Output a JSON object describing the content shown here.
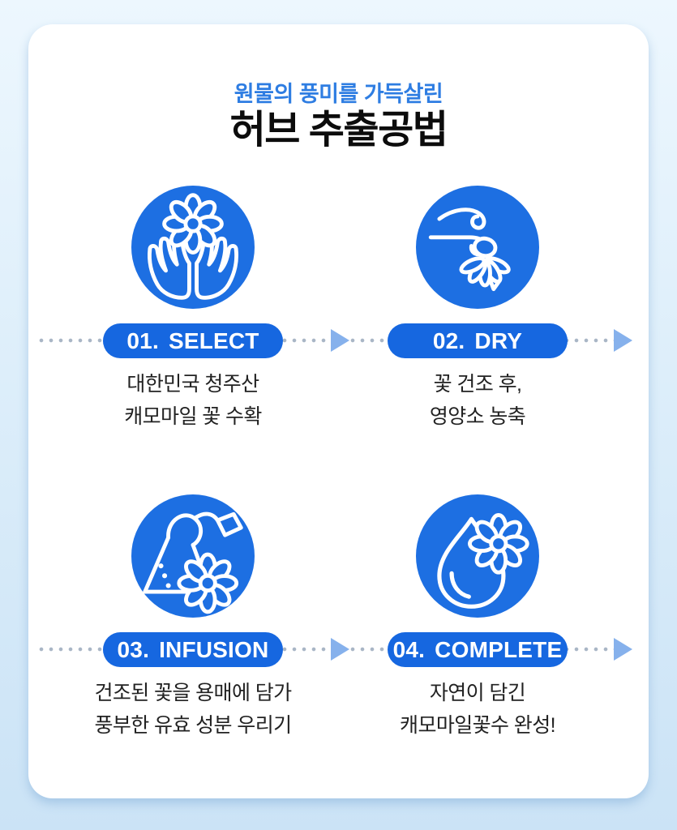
{
  "header": {
    "subtitle": "원물의 풍미를 가득살린",
    "title": "허브 추출공법"
  },
  "colors": {
    "primary_blue": "#1d6fe2",
    "badge_blue": "#1667e0",
    "arrow_blue": "#86b1ec",
    "dot_color": "#a9b6c6",
    "subtitle_blue": "#2e7de2",
    "title_black": "#0c0c0c",
    "body_text": "#222222",
    "card_bg": "#ffffff",
    "bg_top": "#edf7fe",
    "bg_bottom": "#cbe3f6"
  },
  "steps": [
    {
      "num": "01.",
      "label": "SELECT",
      "icon": "hands-holding-flower-icon",
      "desc_lines": [
        "대한민국 청주산",
        "캐모마일 꽃 수확"
      ]
    },
    {
      "num": "02.",
      "label": "DRY",
      "icon": "wind-drying-flower-icon",
      "desc_lines": [
        "꽃 건조 후,",
        "영양소 농축"
      ]
    },
    {
      "num": "03.",
      "label": "INFUSION",
      "icon": "teabag-flower-icon",
      "desc_lines": [
        "건조된 꽃을 용매에 담가",
        "풍부한 유효 성분 우리기"
      ]
    },
    {
      "num": "04.",
      "label": "COMPLETE",
      "icon": "waterdrop-flower-icon",
      "desc_lines": [
        "자연이 담긴",
        "캐모마일꽃수 완성!"
      ]
    }
  ]
}
